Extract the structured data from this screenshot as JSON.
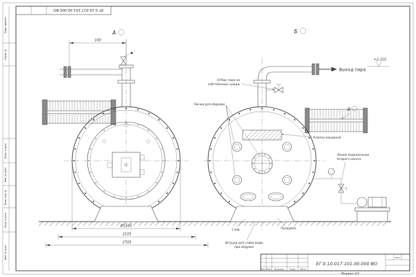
{
  "sheet": {
    "stamp_top": "ЕГ 0.10.017.101.00.000 ВО",
    "margin_labels": [
      "Перв. примен.",
      "Справ. №",
      "Подп. и дата",
      "Инв. № дубл.",
      "Взам. инв. №",
      "Подп. и дата",
      "Инв. № подл."
    ],
    "format_note": "Формат А3"
  },
  "views": {
    "a_label": "А",
    "b_label": "Б",
    "v_label": "В"
  },
  "annotations": {
    "steam_outlet": "Выход пара",
    "elevation_mark": "+2,310",
    "steam_takeoff_line1": "Отбор пара на",
    "steam_takeoff_line2": "собственные нужды",
    "blow_ports": "Лючки для обдувки",
    "explosion_valve": "Клапан взрывной",
    "second_pump_line1": "Линия подключения",
    "second_pump_line2": "второго насоса",
    "drain": "Слив",
    "blowdown": "Продувка",
    "drain_fitting_line1": "Штуцер для слива воды",
    "drain_fitting_line2": "при обдувке"
  },
  "dimensions": {
    "pipe_offset": "100",
    "shell_diameter": "Ø1545",
    "width_mid": "2105",
    "width_total": "2705"
  },
  "title_block": {
    "doc_number": "ЕГ 0.10.017.101.00.000 ВО",
    "col_izm": "Изм.",
    "col_list": "Лист",
    "col_doc": "№ докум.",
    "col_sign": "Подп.",
    "col_date": "Дата",
    "sheet_label": "Лист"
  }
}
